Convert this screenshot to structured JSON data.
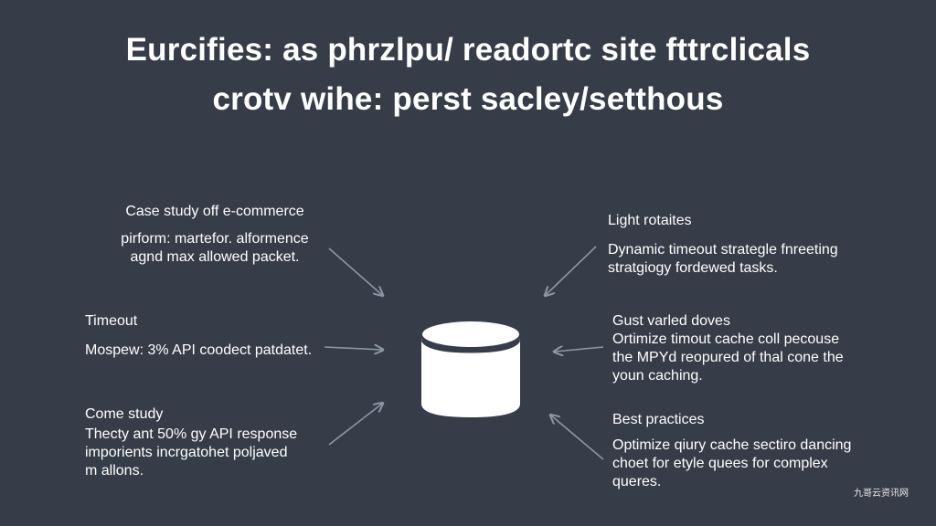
{
  "title": {
    "line1": "Eurcifies: as phrzlpu/ readortc site fttrclicals",
    "line2": "crotv wihe: perst sacley/setthous"
  },
  "blocks": {
    "top_left": {
      "head": "Case study off e-commerce",
      "body": [
        "pirform: martefor. alformence",
        "agnd max allowed packet."
      ]
    },
    "mid_left": {
      "head": "Timeout",
      "body": [
        "Mospew: 3% API coodect patdatet."
      ]
    },
    "bot_left": {
      "head": "Come study",
      "body": [
        "Thecty ant 50% gy API response",
        "imporients incrgatohet poljaved",
        "m allons."
      ]
    },
    "top_right": {
      "head": "Light rotaites",
      "body": [
        "Dynamic timeout strategle fnreeting",
        "stratgiogy fordewed tasks."
      ]
    },
    "mid_right": {
      "head": "Gust varled doves",
      "body": [
        "Ortimize timout cache coll pecouse",
        "the MPYd reopured of thal cone the",
        "youn caching."
      ]
    },
    "bot_right": {
      "head": "Best practices",
      "body": [
        "Optimize qiury cache sectiro dancing",
        "choet for etyle quees for complex",
        "queres."
      ]
    }
  },
  "watermark": "九哥云资讯网",
  "colors": {
    "background": "#363c48",
    "foreground": "#ffffff",
    "arrow": "#8c97a6"
  },
  "icons": {
    "center": "database-cylinder-icon"
  }
}
